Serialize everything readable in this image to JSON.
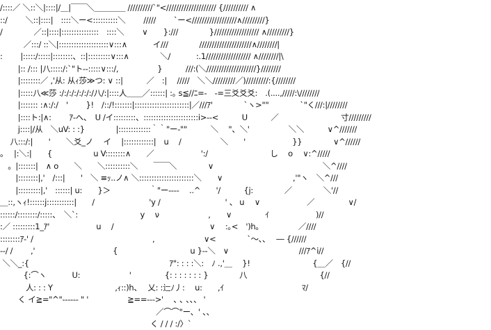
{
  "art": {
    "lines": [
      "/::::／ ＼::＼|::::|/＿|￣￣＼＿＿＿＿ //////////`\"<//////////////////// {////////// ∧",
      "::/　　 ＼::|::::|　::::＼ー<::::::::::＼　　 /////　　 `ー<//////////////////∧/////////}",
      "/　　　　／::|::::|:::::::::::::::　::::＼　　 ∨　　}:///　　　　}////////////////// ∧/////////}",
      "　　　／:::/ ::＼|::::::::::::::::::::∨:::∧　　　 イ///　　　　/////////////////////∧////////|",
      ":　　 |:::::/:::::|::::::::、::|:::::::::∨:::∧　　　　＼/　　　 :.1////////////////// ∧////////|\\",
      "　　 |:: /::: |八:::::/:`\"ト--:::::∨:::/,　　　　　}　　　///:(＼////////////////////}////////",
      "　　 |::::::::／ ,'从: 从ｨ莎≫つ: ∨ ::|　　　／　:|　 /////　＼＼/////////／)/////////:{////////",
      "　　 |:::::八≪莎 :/:/:/:/:/:/:/八/:|::::人＿＿／::::::| :｡ s≦//ﾆ=-　-=三爻爻爻:　.(....,/////:\\////////",
      "　　 |::::::: :∧:/:/　'　　 }!　/::/!:::::::|::::::::::::::::::::::|／///ｱ'　　　　`ヽ>\"\"　　　　`\"く///:|////////",
      "　　 |::::ト:|∧:　　 ｱ-へ、　U /イ:::::::::、::::::::::::::::::::::i>--<　　　U　　　／　　　　　　　　寸/////////",
      "　　 j::::|/从　＼uV: : :}　　　　|:::::::::::::｀｀\"ー-\"\"　　　＼　 \"、＼'　　　　　＼＼　　　∨^///////",
      "　 八:::/:|　　'　　＼爻_ノ　 イ　 |::::::::::::|　u　 /　　　　　＼　　'　　　　　　}}　　　　∨^//////",
      "。　 |:＼:|　　{　　　　　 u V::::::::∧　　／　　　　　　':/　　　　　　　　し　 o　 ∨:^/////",
      "　。|:::::::|　∧ o　　＼　　＼::::::::::＼　　￣￣＼　　　　∨　　　　　　　　　　　　　　＼^////",
      "　　|::::::::|,'　/:::|　　'　＼ ≡ｯ..ノ∧ ＼::::::::::::::::::::::＼　　∨　　　　　　　　　,'\"ヽ　＼^///",
      "　　|:::::::::|,'　::::::| u:　　}＞　　　　　｀\"ー----　 ..^　　'/　　　{j:　　　　／　　　　＼'//",
      "＿::,ヽｨ!::::::j:::::::::::|　　/　　　　　　　'y /　　　　　　　　 ' 、 u　 ∨　　　　　　／　　　　 ∨/",
      "::::::/::::::::/:::::、　＼`:　　　　　　　　y　 ν　　　　　　 ,　　∨　　　　 ｲ　　　　　　)//",
      ":／ :::::::::1_ｱ'　　　　　　u　 /　　　　　　　　　　　　 ∨　 :｡<　')h｡　　　　　／////",
      "::::::::ｱ-' /　　　　　　　　　　　　　　　 ,　　　　　　 ∨<　　　　`～､､　 ― {//////",
      "--/ /　　 ,'　　　　　　　　　　{　　　　　　　　　 u }--＼　∨　　　　　　　　　///ｱ^i//",
      " ＼＼_:{　　　　　　　　　　　　　　　　　　ｱ\": : : :＼:　ﾉ .,'＿　 }!　　　　　　　　{＿／　{//",
      "　　　{:⌒ヽ　　　 U:　　　　　　 '　　　　 {: : : : : : : }　　　　八　　　　　　　　　 {//",
      "　　　 人: : : Y　　　　　　　　,ｨ::)h、　 乂: :辷ﾉ丿:　 u:　　,ｲ　　　　　　　　　　ﾏ/",
      "　　 く イ≧=\"^\"------ \" '　　　　　≧==--->'　 ､ ､ 、、、 '",
      "　　　　　　　　　　　　　　　　　　　　／⌒⌒\"ー、' 、、",
      "　　　　　　　　　　　　　　　　　　　 く / / / :/〉`"
    ]
  }
}
